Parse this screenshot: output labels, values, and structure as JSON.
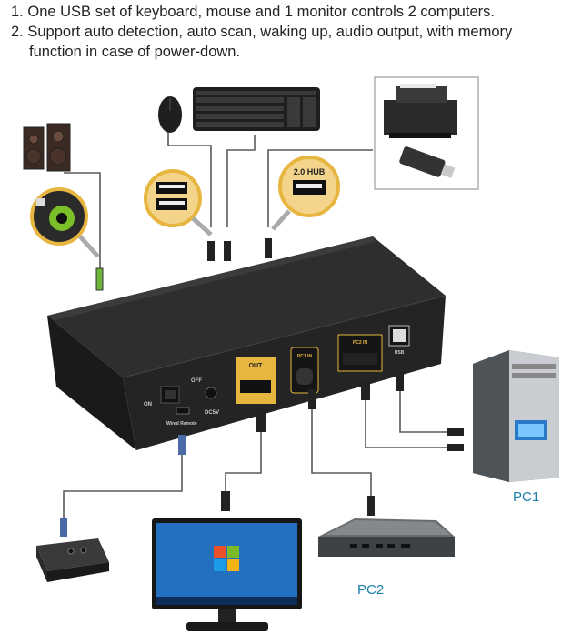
{
  "features": [
    {
      "num": "1.",
      "text": "One USB set of keyboard, mouse and 1 monitor controls 2 computers."
    },
    {
      "num": "2.",
      "text_line1": "Support auto detection, auto scan, waking up, audio output, with memory",
      "text_line2": "function in case of power-down."
    }
  ],
  "labels": {
    "pc1": "PC1",
    "pc2": "PC2"
  },
  "device": {
    "hub_label": "2.0 HUB",
    "out_label": "OUT",
    "in1_label": "PC1 IN",
    "in2_label": "PC2 IN",
    "usb_label": "USB",
    "on_label": "ON",
    "off_label": "OFF",
    "dc_label": "DC5V",
    "wired_label": "Wired Remote"
  },
  "colors": {
    "cable": "#555555",
    "label": "#1b7fa8",
    "gold": "#e7b640",
    "box": "#262626"
  }
}
